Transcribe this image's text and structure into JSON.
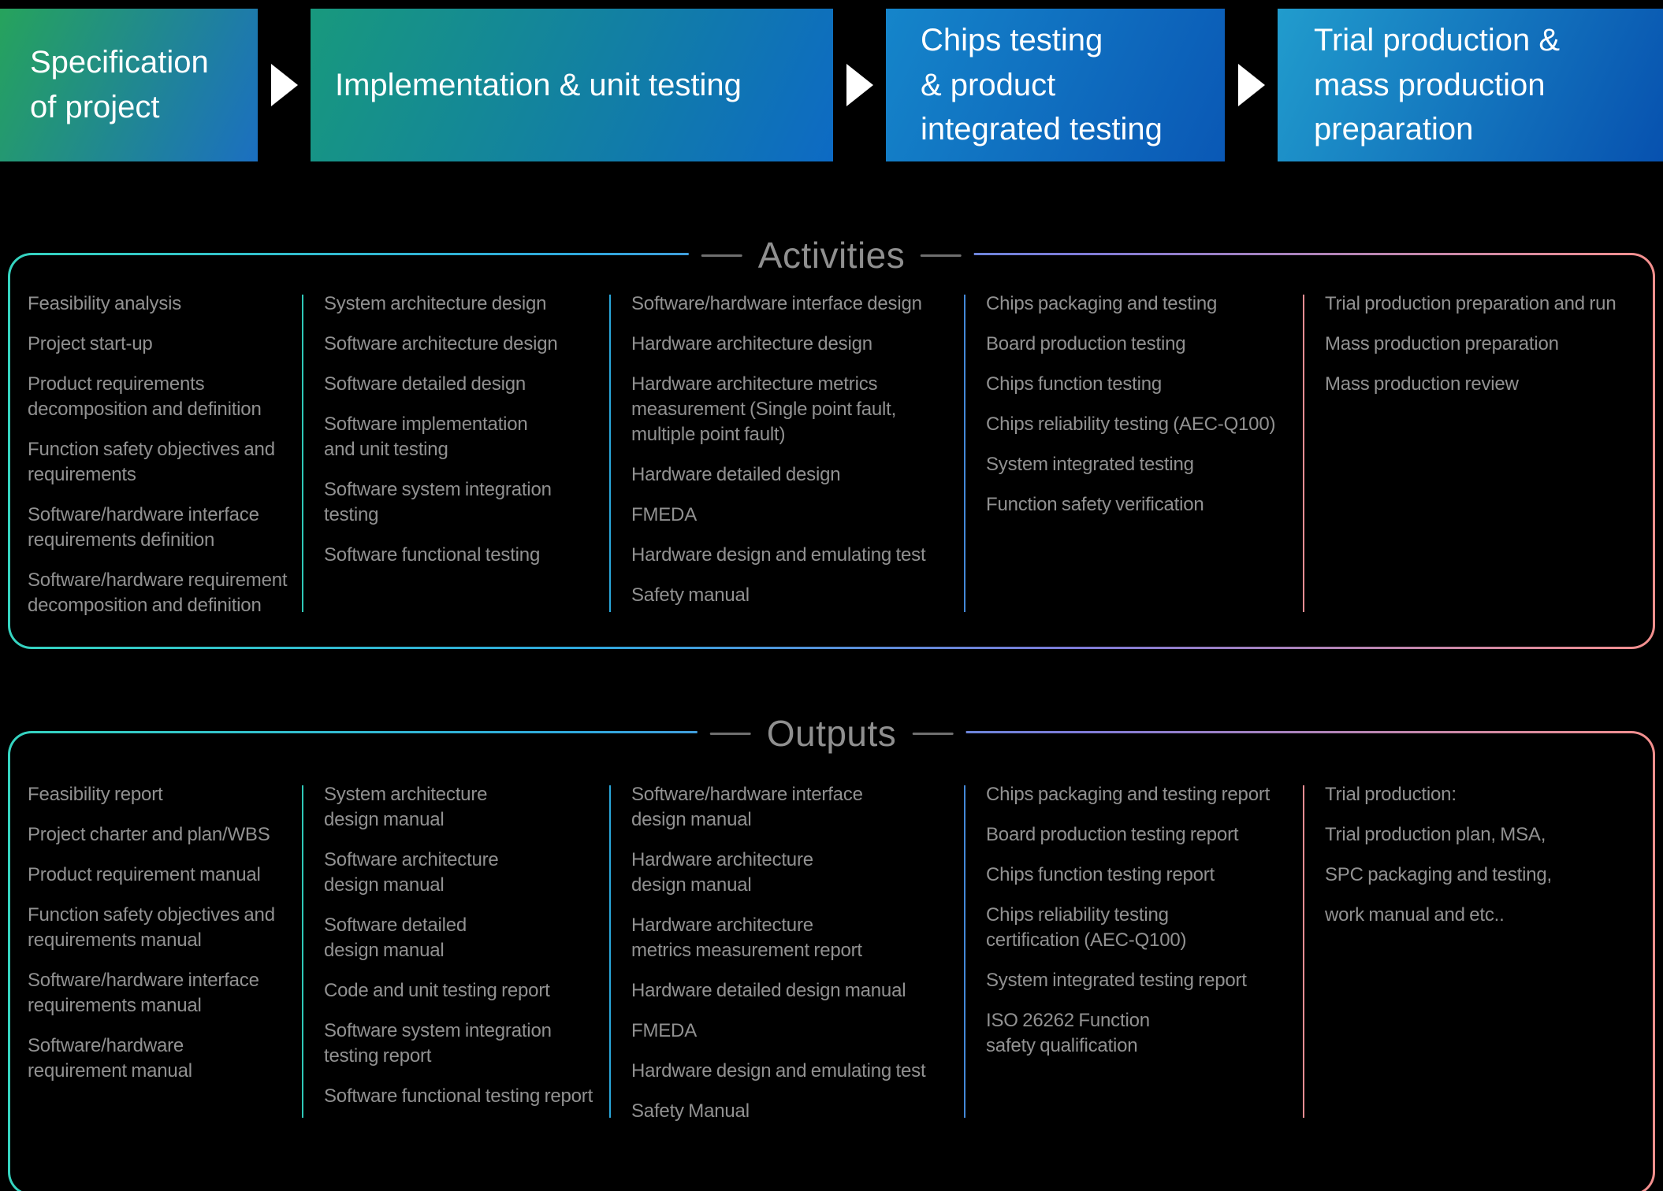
{
  "stages": [
    {
      "label": "Specification\nof project"
    },
    {
      "label": "Implementation & unit testing"
    },
    {
      "label": "Chips testing\n& product\nintegrated testing"
    },
    {
      "label": "Trial production &\nmass production\npreparation"
    }
  ],
  "colors": {
    "background": "#000000",
    "stage_text": "#ffffff",
    "list_text": "#919191",
    "panel_title_text": "#8f8f8f",
    "arrow": "#ffffff",
    "stage_gradients": [
      [
        "#26a35c",
        "#1b6fc1"
      ],
      [
        "#18997d",
        "#0d6ac4"
      ],
      [
        "#1585ca",
        "#0a58b5"
      ],
      [
        "#219ccd",
        "#0751af"
      ]
    ],
    "panel_border_gradient": [
      "#35d4c0",
      "#2fa8dd",
      "#7e7bd9",
      "#f5908e"
    ],
    "separators": [
      "#2fc9b8",
      "#2aa6d9",
      "#4488d8",
      "#f08d93"
    ]
  },
  "activities": {
    "title": "Activities",
    "columns": [
      {
        "items": [
          "Feasibility analysis",
          "Project start-up",
          "Product requirements\ndecomposition and definition",
          "Function safety objectives and\nrequirements",
          "Software/hardware interface\nrequirements definition",
          "Software/hardware requirement\ndecomposition and definition"
        ]
      },
      {
        "items": [
          "System architecture design",
          "Software architecture design",
          "Software detailed design",
          "Software implementation\nand unit testing",
          "Software system integration\ntesting",
          "Software functional testing"
        ]
      },
      {
        "items": [
          "Software/hardware interface design",
          "Hardware architecture design",
          "Hardware architecture metrics\nmeasurement (Single point fault,\nmultiple point fault)",
          "Hardware detailed design",
          "FMEDA",
          "Hardware design and emulating test",
          "Safety manual"
        ]
      },
      {
        "items": [
          "Chips packaging and testing",
          "Board production testing",
          "Chips function testing",
          "Chips reliability testing (AEC-Q100)",
          "System integrated testing",
          "Function safety verification"
        ]
      },
      {
        "items": [
          "Trial production preparation and run",
          "Mass production preparation",
          "Mass production review"
        ]
      }
    ]
  },
  "outputs": {
    "title": "Outputs",
    "columns": [
      {
        "items": [
          "Feasibility report",
          "Project charter and plan/WBS",
          "Product requirement manual",
          "Function safety objectives and\nrequirements manual",
          "Software/hardware interface\nrequirements manual",
          "Software/hardware\nrequirement manual"
        ]
      },
      {
        "items": [
          "System architecture\ndesign manual",
          "Software architecture\ndesign manual",
          "Software detailed\ndesign manual",
          "Code and unit testing report",
          "Software system integration\ntesting report",
          "Software functional testing report"
        ]
      },
      {
        "items": [
          "Software/hardware interface\ndesign manual",
          "Hardware architecture\ndesign manual",
          "Hardware architecture\nmetrics measurement report",
          "Hardware detailed design manual",
          "FMEDA",
          "Hardware design and emulating test",
          "Safety Manual"
        ]
      },
      {
        "items": [
          "Chips packaging and testing report",
          "Board production testing report",
          "Chips function testing report",
          "Chips reliability testing\ncertification (AEC-Q100)",
          "System integrated testing report",
          "ISO 26262 Function\nsafety qualification"
        ]
      },
      {
        "items": [
          "Trial production:",
          "Trial production plan, MSA,",
          "SPC packaging and testing,",
          "work manual and etc.."
        ]
      }
    ]
  }
}
